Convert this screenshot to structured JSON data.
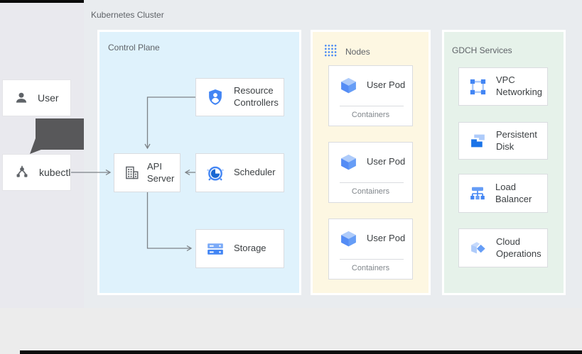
{
  "cluster": {
    "label": "Kubernetes Cluster"
  },
  "actors": {
    "user": {
      "label": "User"
    },
    "kubectl": {
      "label": "kubectl"
    }
  },
  "control_plane": {
    "label": "Control Plane",
    "resource_controllers": "Resource Controllers",
    "api_server": "API Server",
    "scheduler": "Scheduler",
    "storage": "Storage"
  },
  "nodes": {
    "label": "Nodes",
    "pods": [
      {
        "name": "User Pod",
        "sub": "Containers"
      },
      {
        "name": "User Pod",
        "sub": "Containers"
      },
      {
        "name": "User Pod",
        "sub": "Containers"
      }
    ]
  },
  "gdch": {
    "label": "GDCH Services",
    "services": [
      "VPC Networking",
      "Persistent Disk",
      "Load Balancer",
      "Cloud Operations"
    ]
  },
  "colors": {
    "accent_blue": "#4285f4",
    "light_blue": "#aecbfa",
    "control_plane_bg": "#dff2fc",
    "nodes_bg": "#fdf7e2",
    "gdch_bg": "#e6f2ea",
    "arrow_gray": "#7d8287",
    "dark_arrow_gray": "#58585a"
  }
}
